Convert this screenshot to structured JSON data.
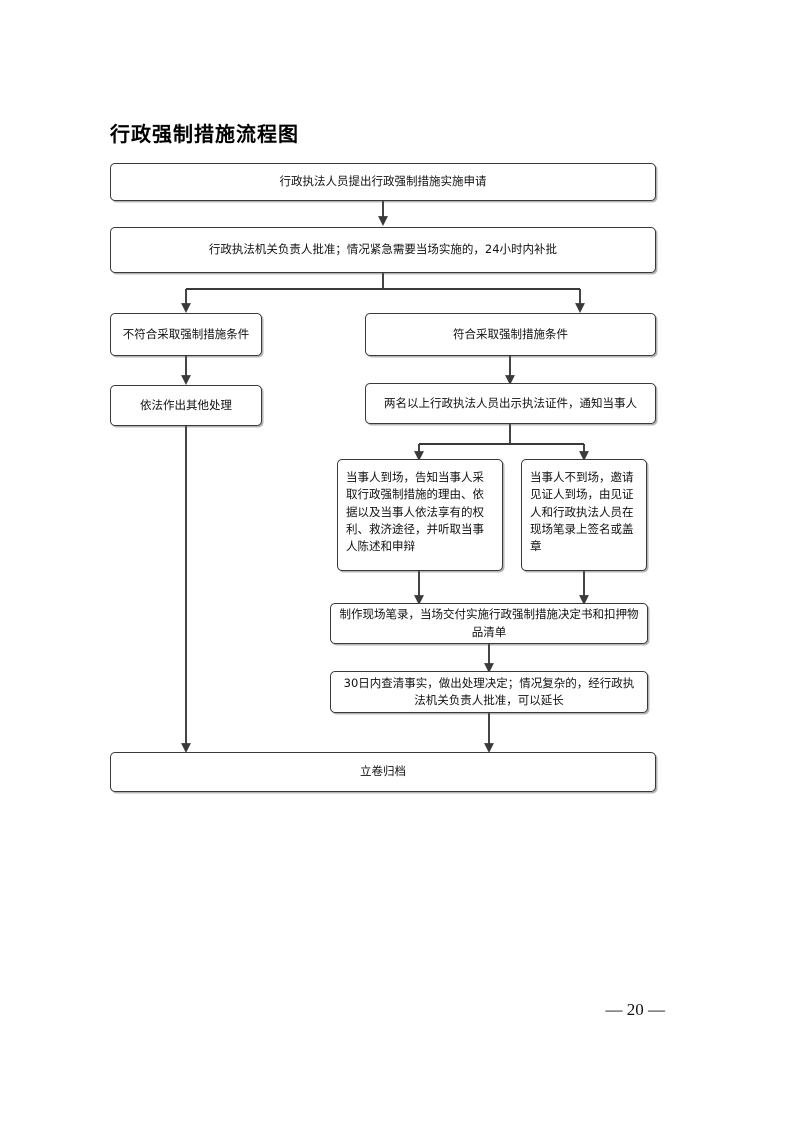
{
  "document": {
    "title": "行政强制措施流程图",
    "page_number": "— 20 —"
  },
  "flowchart": {
    "type": "flowchart",
    "orientation": "top-down",
    "nodes": [
      {
        "id": "n1",
        "label": "行政执法人员提出行政强制措施实施申请"
      },
      {
        "id": "n2",
        "label": "行政执法机关负责人批准；情况紧急需要当场实施的，24小时内补批"
      },
      {
        "id": "n3",
        "label": "不符合采取强制措施条件"
      },
      {
        "id": "n4",
        "label": "符合采取强制措施条件"
      },
      {
        "id": "n5",
        "label": "依法作出其他处理"
      },
      {
        "id": "n6",
        "label": "两名以上行政执法人员出示执法证件，通知当事人"
      },
      {
        "id": "n7",
        "label": "当事人到场，告知当事人采取行政强制措施的理由、依据以及当事人依法享有的权利、救济途径，并听取当事人陈述和申辩"
      },
      {
        "id": "n8",
        "label": "当事人不到场，邀请见证人到场，由见证人和行政执法人员在现场笔录上签名或盖章"
      },
      {
        "id": "n9",
        "label": "制作现场笔录，当场交付实施行政强制措施决定书和扣押物品清单"
      },
      {
        "id": "n10",
        "label": "30日内查清事实，做出处理决定；情况复杂的，经行政执法机关负责人批准，可以延长"
      },
      {
        "id": "n11",
        "label": "立卷归档"
      }
    ],
    "edges": [
      {
        "from": "n1",
        "to": "n2"
      },
      {
        "from": "n2",
        "to": "n3"
      },
      {
        "from": "n2",
        "to": "n4"
      },
      {
        "from": "n3",
        "to": "n5"
      },
      {
        "from": "n5",
        "to": "n11"
      },
      {
        "from": "n4",
        "to": "n6"
      },
      {
        "from": "n6",
        "to": "n7"
      },
      {
        "from": "n6",
        "to": "n8"
      },
      {
        "from": "n7",
        "to": "n9"
      },
      {
        "from": "n8",
        "to": "n9"
      },
      {
        "from": "n9",
        "to": "n10"
      },
      {
        "from": "n10",
        "to": "n11"
      }
    ]
  },
  "style": {
    "line_color": "#3a3a3a",
    "box_border": "#3a3a3a",
    "background": "#ffffff"
  }
}
